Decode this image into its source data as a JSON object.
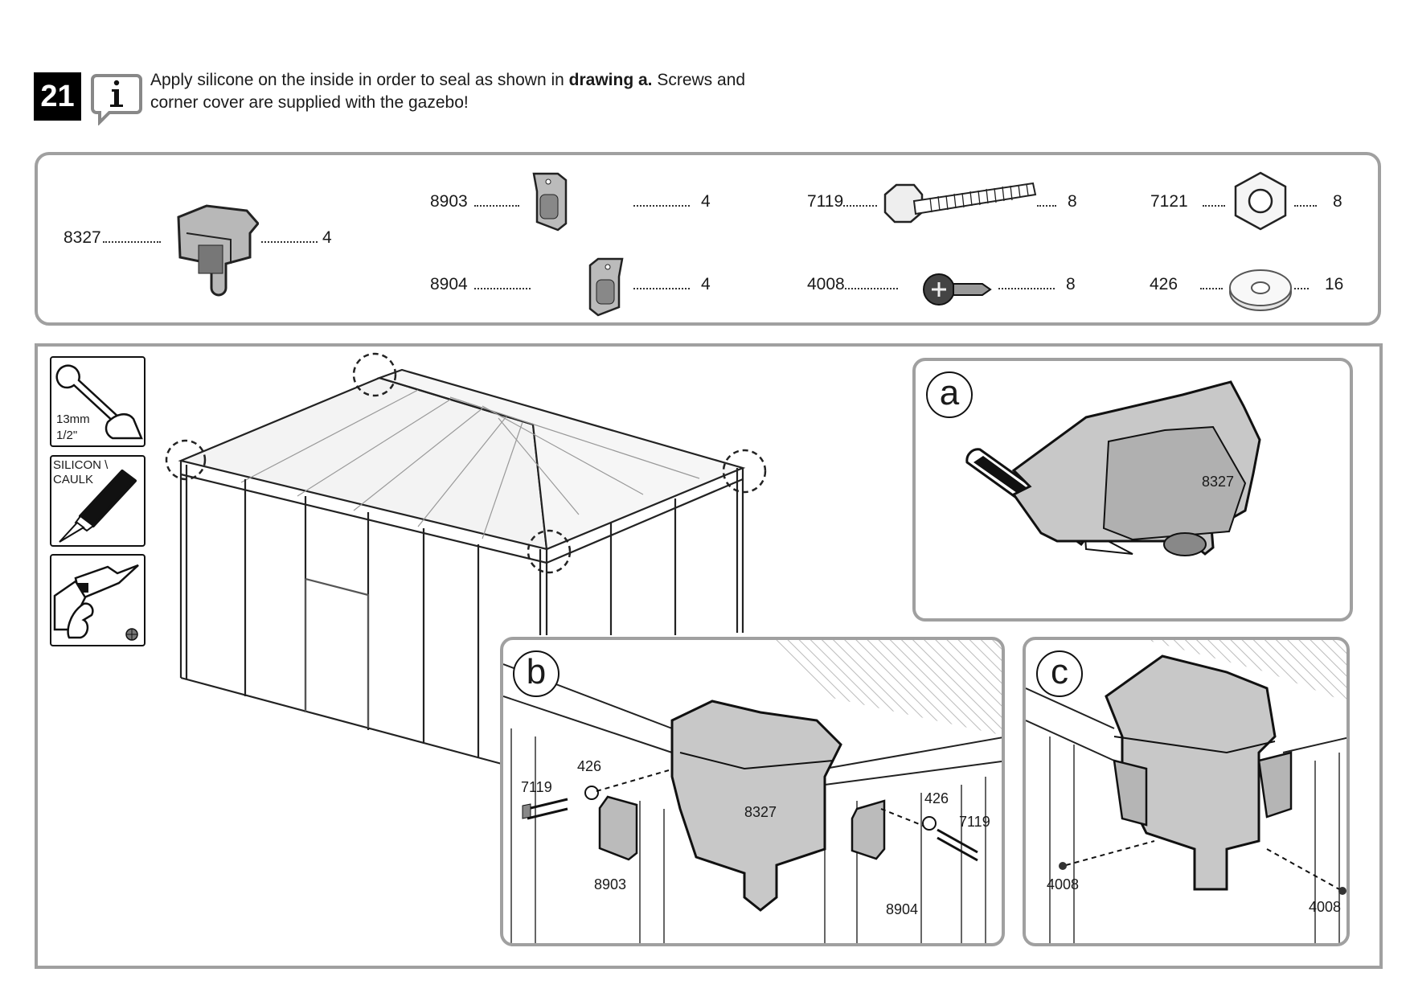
{
  "step": {
    "number": "21",
    "info_icon": "info-speech-bubble-icon",
    "text_before": "Apply silicone on the inside in order to seal as shown in ",
    "text_bold": "drawing a.",
    "text_after": " Screws and corner cover are supplied with the gazebo!"
  },
  "parts": [
    {
      "code": "8327",
      "qty": "4",
      "icon": "corner-cover-icon"
    },
    {
      "code": "8903",
      "qty": "4",
      "icon": "bracket-left-icon"
    },
    {
      "code": "8904",
      "qty": "4",
      "icon": "bracket-right-icon"
    },
    {
      "code": "7119",
      "qty": "8",
      "icon": "bolt-icon"
    },
    {
      "code": "4008",
      "qty": "8",
      "icon": "screw-icon"
    },
    {
      "code": "7121",
      "qty": "8",
      "icon": "hex-nut-icon"
    },
    {
      "code": "426",
      "qty": "16",
      "icon": "washer-icon"
    }
  ],
  "tools": {
    "wrench": {
      "size_metric": "13mm",
      "size_imperial": "1/2\""
    },
    "caulk": {
      "label_line1": "SILICON \\",
      "label_line2": "CAULK"
    },
    "drill": {
      "icon": "drill-icon"
    }
  },
  "panels": {
    "a": {
      "letter": "a",
      "labels": [
        "8327"
      ]
    },
    "b": {
      "letter": "b",
      "labels": [
        "426",
        "7119",
        "8327",
        "8903",
        "426",
        "7119",
        "8904"
      ]
    },
    "c": {
      "letter": "c",
      "labels": [
        "4008",
        "4008"
      ]
    }
  },
  "colors": {
    "frame": "#a0a0a0",
    "part_fill": "#c8c8c8",
    "ink": "#1a1a1a"
  }
}
